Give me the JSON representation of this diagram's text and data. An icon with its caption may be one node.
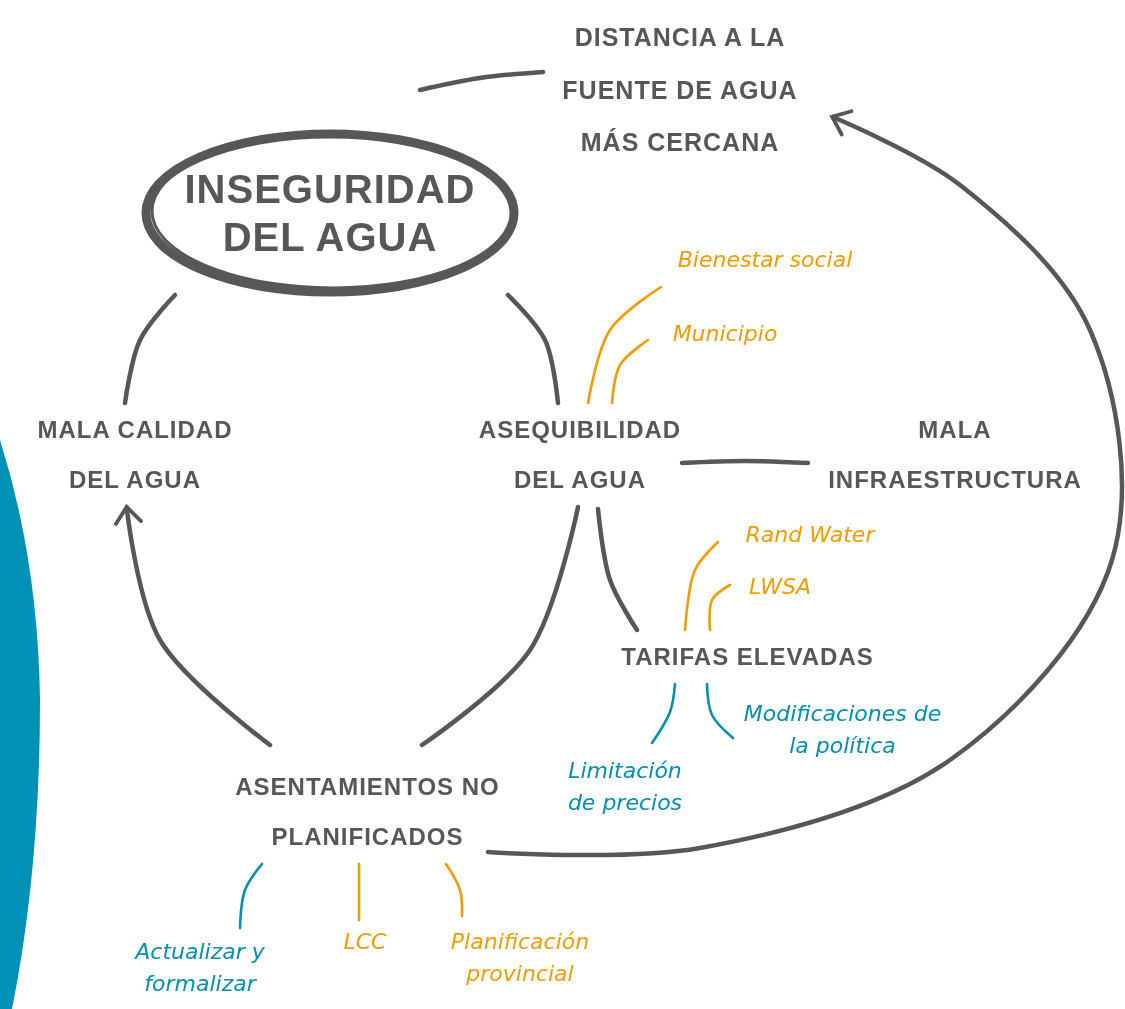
{
  "diagram": {
    "nodes": [
      {
        "text": [
          "INSEGURIDAD DEL AGUA"
        ]
      },
      {
        "text": [
          "DISTANCIA A LA FUENTE DE AGUA MÁS CERCANA"
        ]
      },
      {
        "text": [
          "MALA CALIDAD DEL AGUA"
        ]
      },
      {
        "text": [
          "ASEQUIBILIDAD DEL AGUA"
        ]
      },
      {
        "text": [
          "MALA INFRAESTRUCTURA"
        ]
      },
      {
        "text": [
          "Bienestar social"
        ]
      },
      {
        "text": [
          "Municipio"
        ]
      },
      {
        "text": [
          "Rand Water"
        ]
      },
      {
        "text": [
          "LWSA"
        ]
      },
      {
        "text": [
          "TARIFAS ELEVADAS"
        ]
      },
      {
        "text": [
          "Limitación de precios"
        ]
      },
      {
        "text": [
          "Modificaciones de la política"
        ]
      },
      {
        "text": [
          "ASENTAMIENTOS NO PLANIFICADOS"
        ]
      },
      {
        "text": [
          "Actualizar y formalizar"
        ]
      },
      {
        "text": [
          "LCC"
        ]
      },
      {
        "text": [
          "Planificación provincial"
        ]
      }
    ],
    "edges": [
      {
        "from": 0,
        "to": 1,
        "arrow": "none"
      },
      {
        "from": 0,
        "to": 2,
        "arrow": "none"
      },
      {
        "from": 0,
        "to": 3,
        "arrow": "none"
      },
      {
        "from": 12,
        "to": 2,
        "arrow": "to"
      },
      {
        "from": 12,
        "to": 3,
        "arrow": "none"
      },
      {
        "from": 12,
        "to": 1,
        "arrow": "to"
      },
      {
        "from": 3,
        "to": 4,
        "arrow": "none"
      },
      {
        "from": 3,
        "to": 9,
        "arrow": "none"
      },
      {
        "from": 5,
        "to": 3,
        "arrow": "none",
        "color": "#f39c00"
      },
      {
        "from": 6,
        "to": 3,
        "arrow": "none",
        "color": "#f39c00"
      },
      {
        "from": 7,
        "to": 9,
        "arrow": "none",
        "color": "#f39c00"
      },
      {
        "from": 8,
        "to": 9,
        "arrow": "none",
        "color": "#f39c00"
      },
      {
        "from": 9,
        "to": 10,
        "arrow": "none",
        "color": "#0090b0"
      },
      {
        "from": 9,
        "to": 11,
        "arrow": "none",
        "color": "#0090b0"
      },
      {
        "from": 12,
        "to": 13,
        "arrow": "none",
        "color": "#0090b0"
      },
      {
        "from": 12,
        "to": 14,
        "arrow": "none",
        "color": "#f39c00"
      },
      {
        "from": 12,
        "to": 15,
        "arrow": "none",
        "color": "#f39c00"
      }
    ]
  }
}
